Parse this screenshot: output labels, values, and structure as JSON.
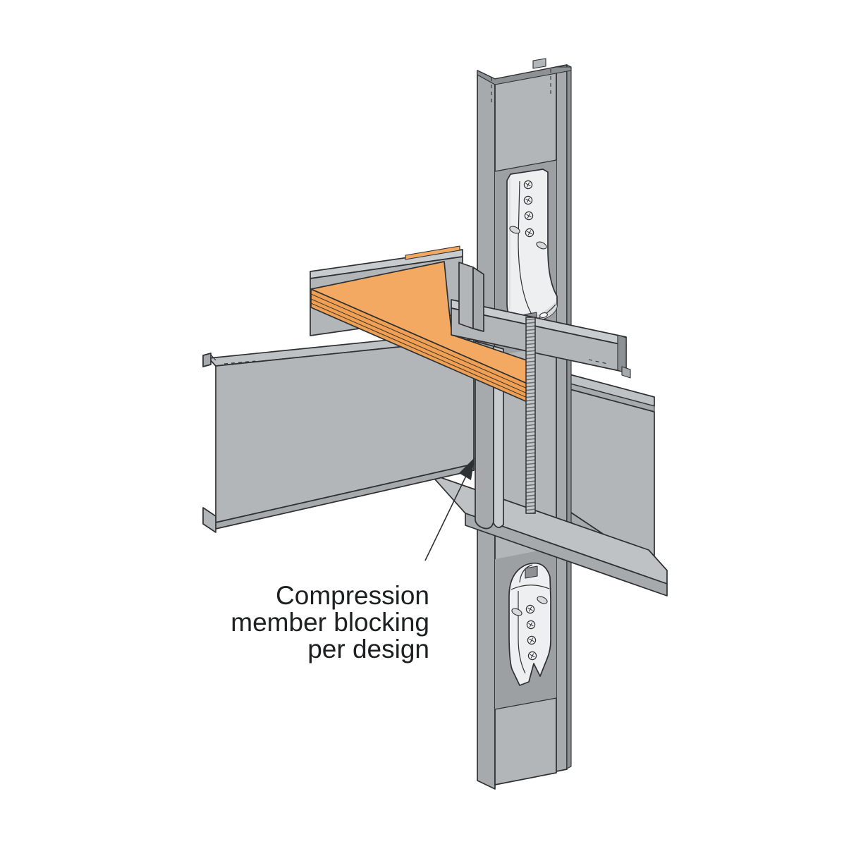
{
  "figure": {
    "type": "isometric-construction-detail",
    "annotation": {
      "lines": [
        "Compression",
        "member blocking",
        "per design"
      ],
      "align": "right"
    },
    "parts": [
      "steel-stud",
      "holdown-upper",
      "holdown-lower",
      "threaded-rod",
      "compression-blocking",
      "wood-structural-panel",
      "floor-track-back",
      "floor-track-front",
      "floor-track-bottom",
      "steel-beam-left",
      "steel-beam-right"
    ],
    "colors": {
      "background": "#ffffff",
      "steel_mid": "#b3b6b8",
      "steel_flange": "#a7aaad",
      "steel_light": "#c9ccce",
      "steel_lighter": "#bfc2c4",
      "steel_dark": "#8e9193",
      "steel_cavity": "#9da0a2",
      "holdown": "#edeff0",
      "holdown_shade": "#d7dadb",
      "wood_top": "#f3a961",
      "wood_edge": "#efa055",
      "ply_line": "#4a3a28",
      "rod": "#c6c9ca",
      "rod_thread": "#6f7274",
      "outline": "#2e3133",
      "text": "#1d1f20"
    }
  }
}
